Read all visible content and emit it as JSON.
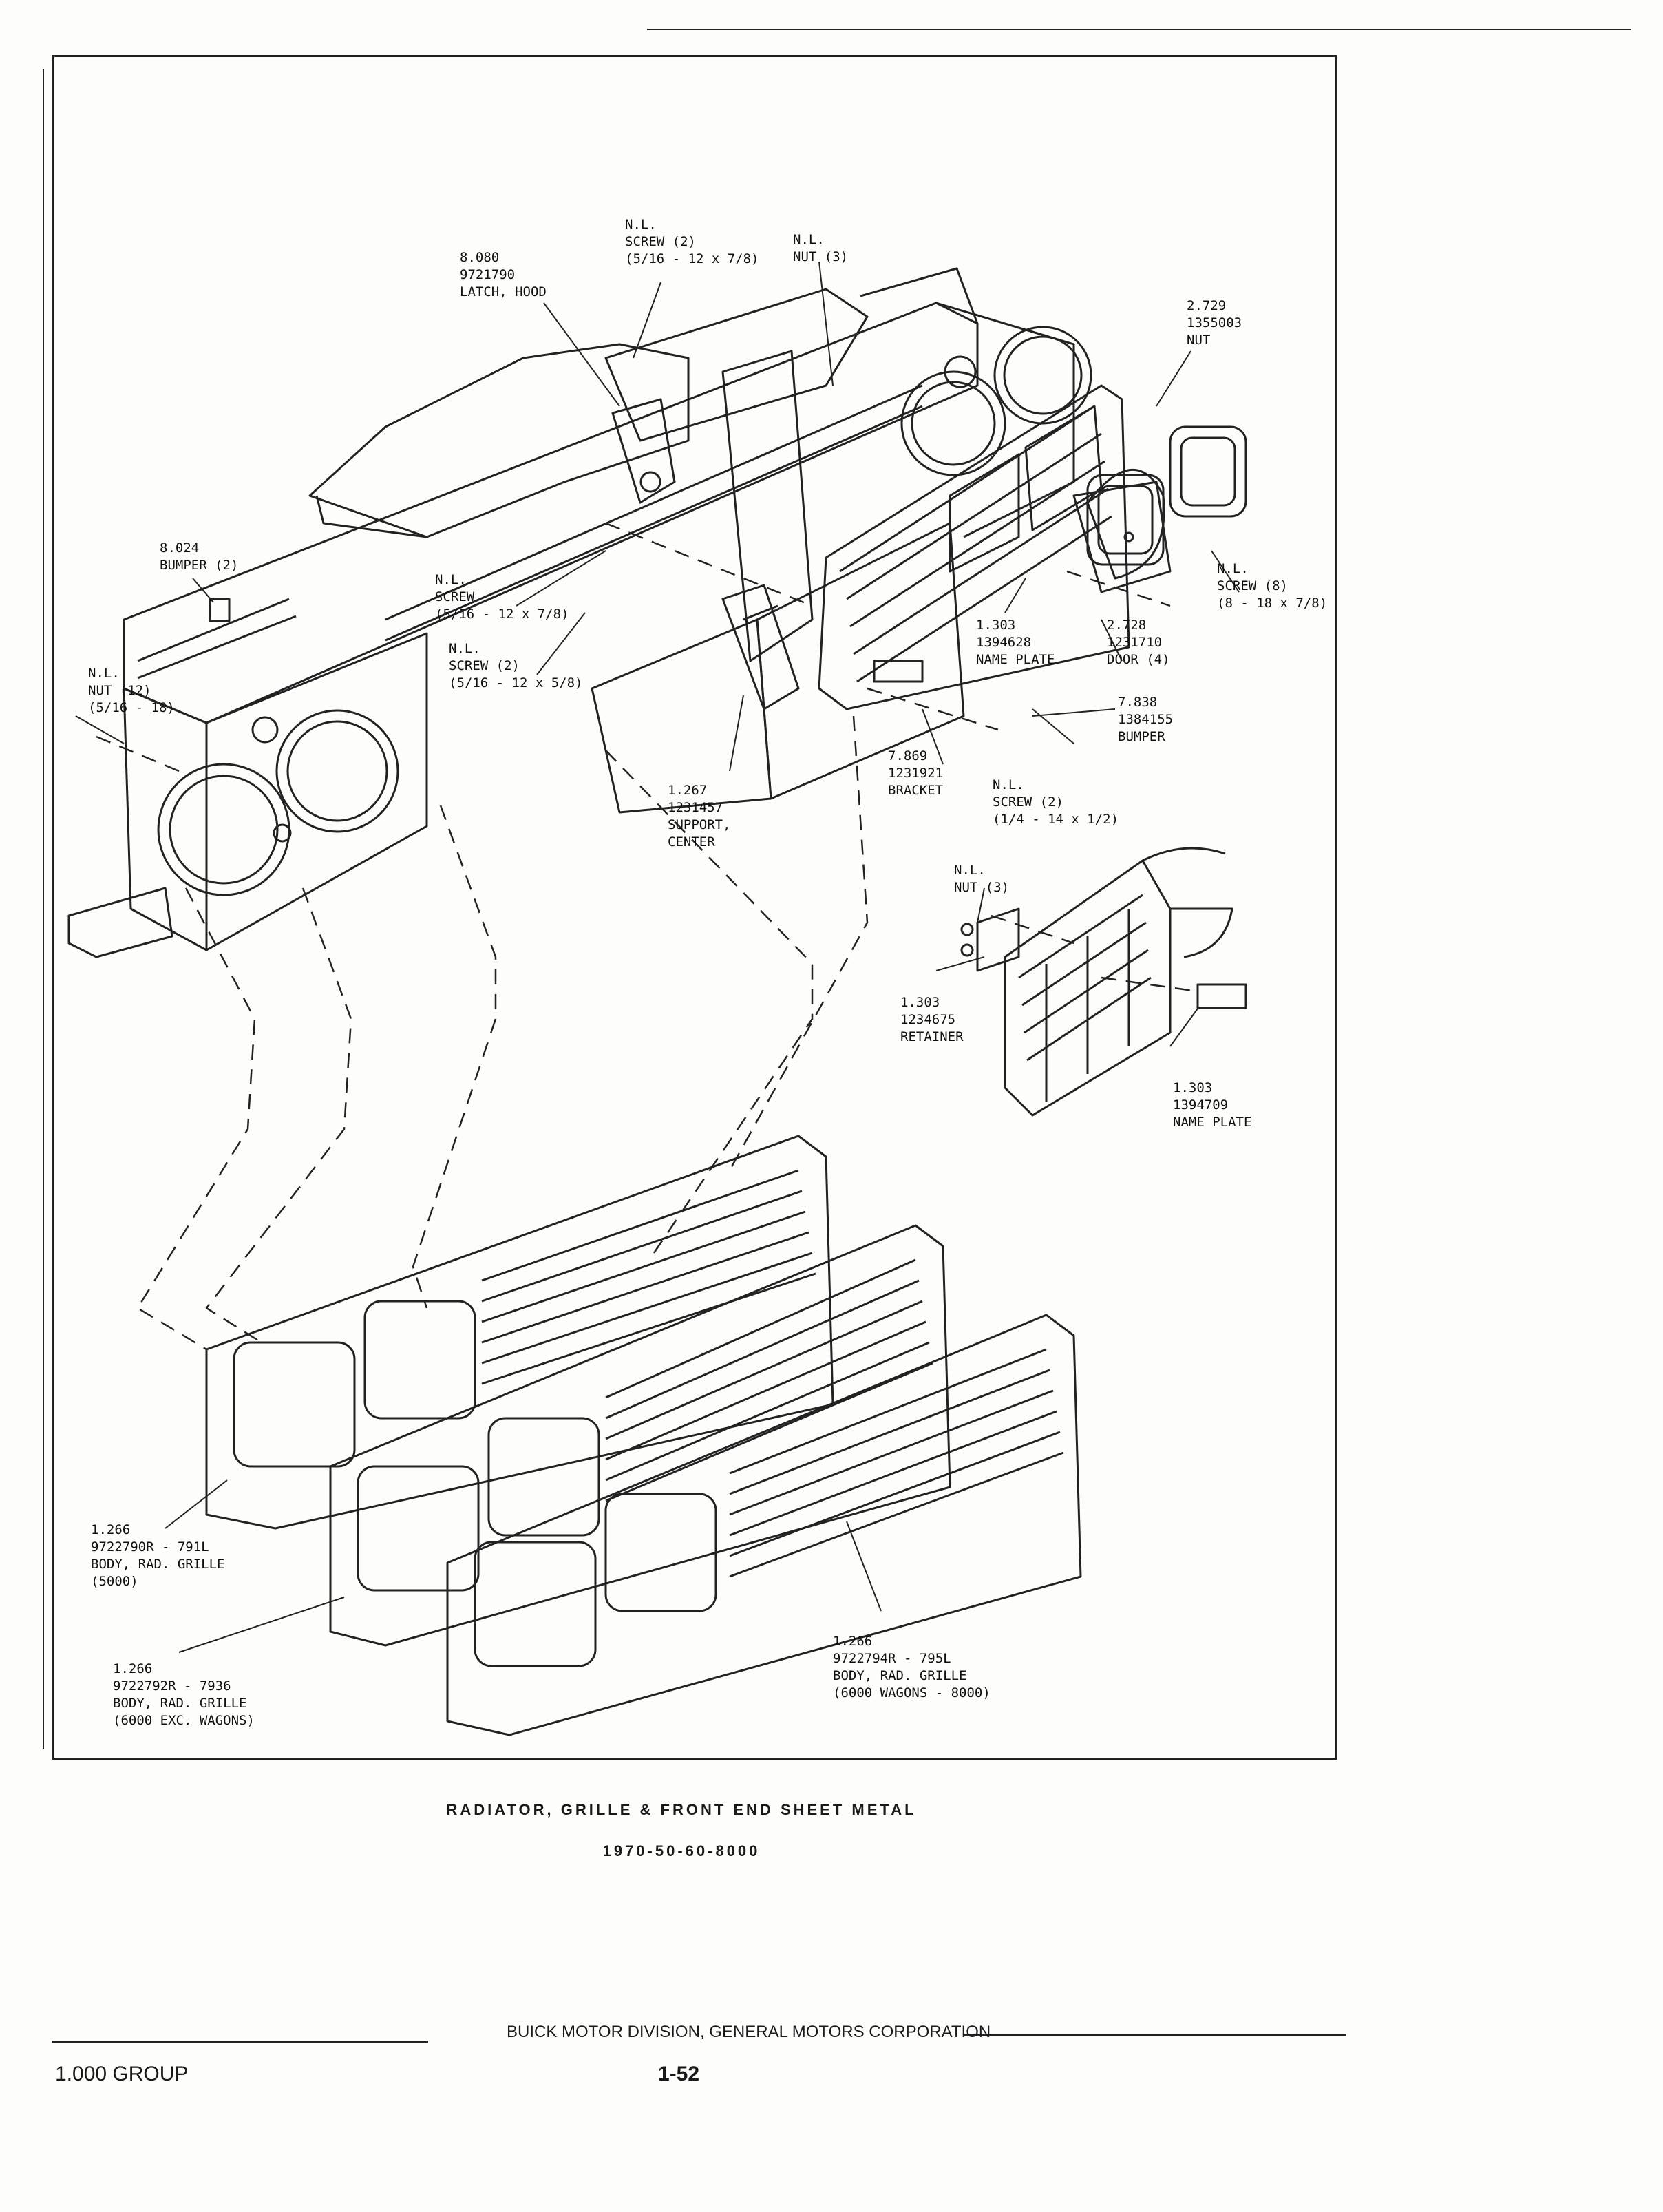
{
  "callouts": [
    {
      "id": "latch-hood",
      "lines": [
        "8.080",
        "9721790",
        "LATCH, HOOD"
      ]
    },
    {
      "id": "screw-top",
      "lines": [
        "N.L.",
        "SCREW (2)",
        "(5/16 - 12 x 7/8)"
      ]
    },
    {
      "id": "nut-top",
      "lines": [
        "N.L.",
        "NUT (3)"
      ]
    },
    {
      "id": "nut-right",
      "lines": [
        "2.729",
        "1355003",
        "NUT"
      ]
    },
    {
      "id": "bumper-left",
      "lines": [
        "8.024",
        "BUMPER (2)"
      ]
    },
    {
      "id": "screw-mid1",
      "lines": [
        "N.L.",
        "SCREW",
        "(5/16 - 12 x 7/8)"
      ]
    },
    {
      "id": "screw-mid2",
      "lines": [
        "N.L.",
        "SCREW (2)",
        "(5/16 - 12 x 5/8)"
      ]
    },
    {
      "id": "nut-left",
      "lines": [
        "N.L.",
        "NUT (12)",
        "(5/16 - 18)"
      ]
    },
    {
      "id": "screw-right",
      "lines": [
        "N.L.",
        "SCREW (8)",
        "(8 - 18 x 7/8)"
      ]
    },
    {
      "id": "name-plate-1",
      "lines": [
        "1.303",
        "1394628",
        "NAME PLATE"
      ]
    },
    {
      "id": "door",
      "lines": [
        "2.728",
        "1231710",
        "DOOR (4)"
      ]
    },
    {
      "id": "bumper-right",
      "lines": [
        "7.838",
        "1384155",
        "BUMPER"
      ]
    },
    {
      "id": "bracket",
      "lines": [
        "7.869",
        "1231921",
        "BRACKET"
      ]
    },
    {
      "id": "screw-bracket",
      "lines": [
        "N.L.",
        "SCREW (2)",
        "(1/4 - 14 x 1/2)"
      ]
    },
    {
      "id": "support-center",
      "lines": [
        "1.267",
        "1231457",
        "SUPPORT,",
        "CENTER"
      ]
    },
    {
      "id": "nut-inset",
      "lines": [
        "N.L.",
        "NUT (3)"
      ]
    },
    {
      "id": "retainer",
      "lines": [
        "1.303",
        "1234675",
        "RETAINER"
      ]
    },
    {
      "id": "name-plate-2",
      "lines": [
        "1.303",
        "1394709",
        "NAME PLATE"
      ]
    },
    {
      "id": "grille-5000",
      "lines": [
        "1.266",
        "9722790R - 791L",
        "BODY, RAD. GRILLE",
        "(5000)"
      ]
    },
    {
      "id": "grille-6000",
      "lines": [
        "1.266",
        "9722792R - 7936",
        "BODY, RAD. GRILLE",
        "(6000 EXC. WAGONS)"
      ]
    },
    {
      "id": "grille-wagons",
      "lines": [
        "1.266",
        "9722794R - 795L",
        "BODY, RAD. GRILLE",
        "(6000 WAGONS - 8000)"
      ]
    }
  ],
  "caption": {
    "title": "RADIATOR, GRILLE & FRONT END SHEET METAL",
    "subtitle": "1970-50-60-8000"
  },
  "footer": {
    "division": "BUICK MOTOR DIVISION, GENERAL MOTORS CORPORATION",
    "group": "1.000 GROUP",
    "page": "1-52"
  }
}
